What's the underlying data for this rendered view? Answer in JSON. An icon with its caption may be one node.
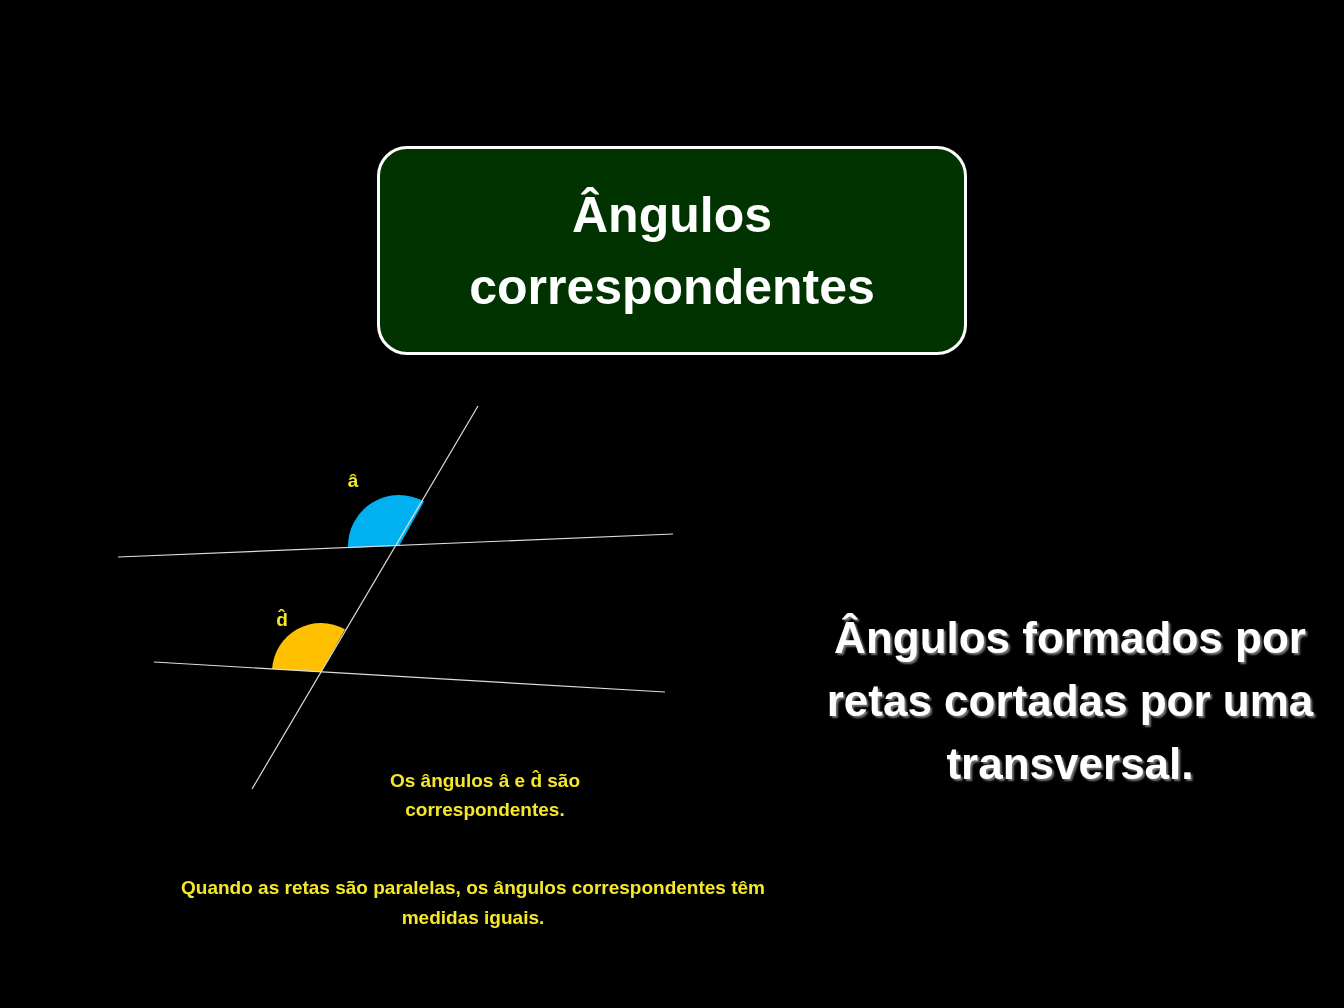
{
  "diagram": {
    "nodes": [
      {
        "text": [
          "Ângulos correspondentes"
        ]
      }
    ],
    "labels": [
      "â",
      "d̂",
      "Os ângulos â e d̂ são correspondentes.",
      "Ângulos formados por retas cortadas por uma transversal.",
      "Quando as retas são paralelas, os ângulos correspondentes têm medidas iguais."
    ]
  }
}
